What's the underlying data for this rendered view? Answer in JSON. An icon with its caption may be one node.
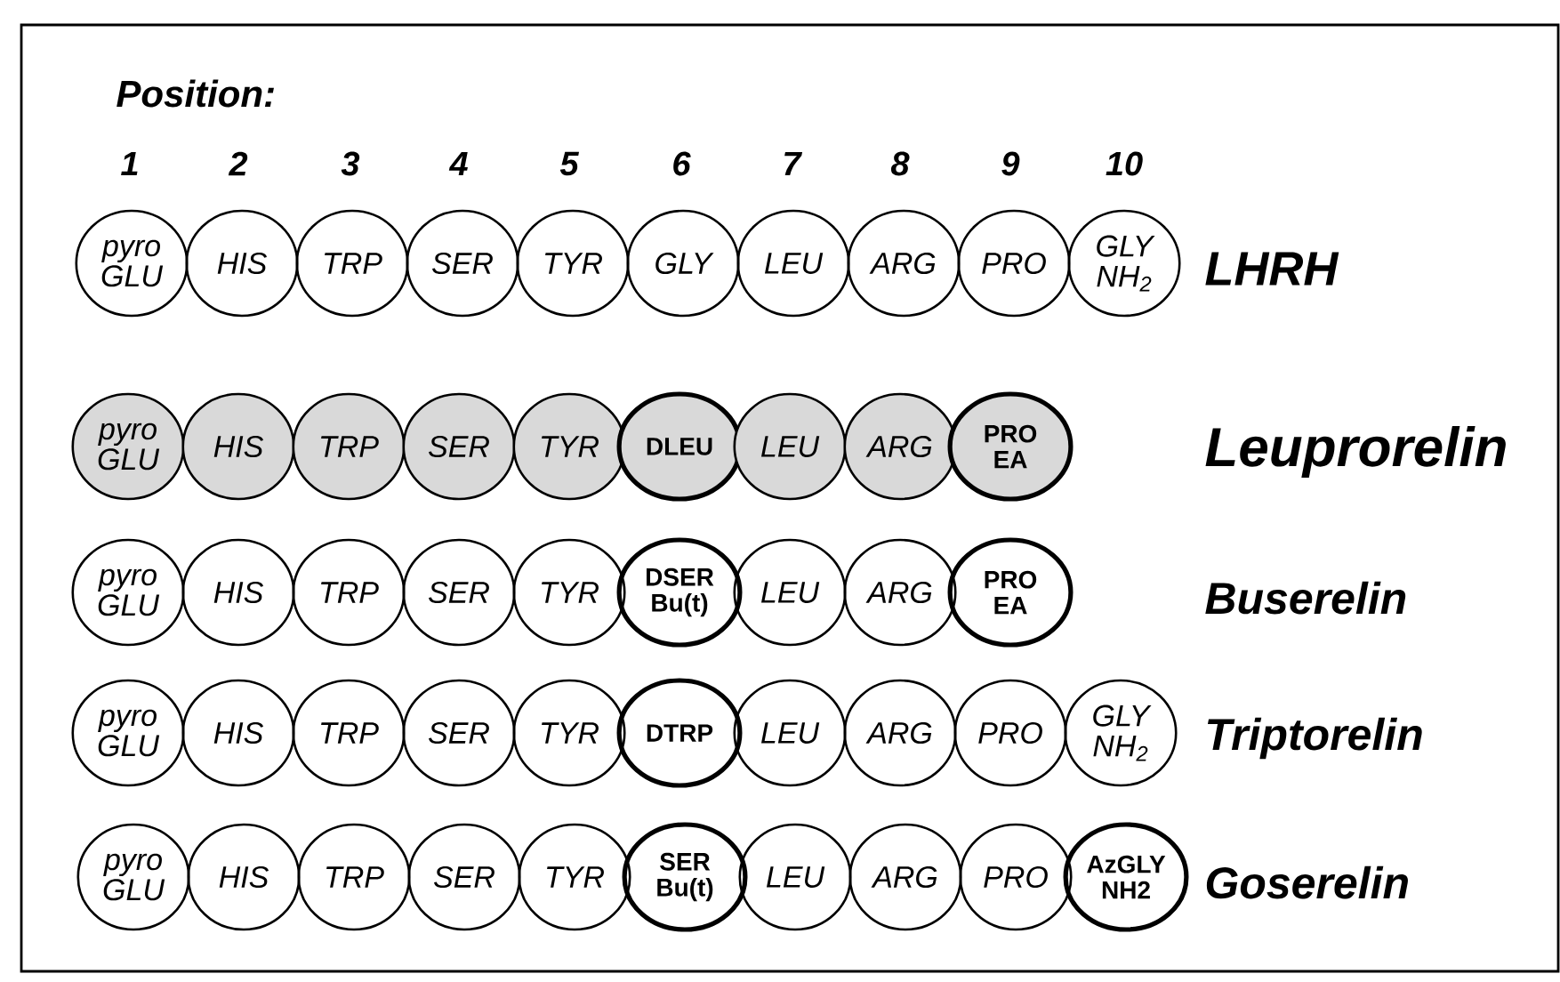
{
  "diagram": {
    "nodes": [
      {
        "text": [
          "pyro GLU"
        ]
      },
      {
        "text": [
          "HIS"
        ]
      },
      {
        "text": [
          "TRP"
        ]
      },
      {
        "text": [
          "SER"
        ]
      },
      {
        "text": [
          "TYR"
        ]
      },
      {
        "text": [
          "GLY"
        ]
      },
      {
        "text": [
          "LEU"
        ]
      },
      {
        "text": [
          "ARG"
        ]
      },
      {
        "text": [
          "PRO"
        ]
      },
      {
        "text": [
          "GLY NH$_{2}$"
        ]
      },
      {
        "text": [
          "pyro GLU"
        ]
      },
      {
        "text": [
          "HIS"
        ]
      },
      {
        "text": [
          "TRP"
        ]
      },
      {
        "text": [
          "SER"
        ]
      },
      {
        "text": [
          "TYR"
        ]
      },
      {
        "text": [
          "DLEU"
        ]
      },
      {
        "text": [
          "LEU"
        ]
      },
      {
        "text": [
          "ARG"
        ]
      },
      {
        "text": [
          "PRO EA"
        ]
      },
      {
        "text": [
          "pyro GLU"
        ]
      },
      {
        "text": [
          "HIS"
        ]
      },
      {
        "text": [
          "TRP"
        ]
      },
      {
        "text": [
          "SER"
        ]
      },
      {
        "text": [
          "TYR"
        ]
      },
      {
        "text": [
          "DSER Bu(t)"
        ]
      },
      {
        "text": [
          "LEU"
        ]
      },
      {
        "text": [
          "ARG"
        ]
      },
      {
        "text": [
          "PRO EA"
        ]
      },
      {
        "text": [
          "pyro GLU"
        ]
      },
      {
        "text": [
          "HIS"
        ]
      },
      {
        "text": [
          "TRP"
        ]
      },
      {
        "text": [
          "SER"
        ]
      },
      {
        "text": [
          "TYR"
        ]
      },
      {
        "text": [
          "DTRP"
        ]
      },
      {
        "text": [
          "LEU"
        ]
      },
      {
        "text": [
          "ARG"
        ]
      },
      {
        "text": [
          "PRO"
        ]
      },
      {
        "text": [
          "GLY NH$_{2}$"
        ]
      },
      {
        "text": [
          "pyro GLU"
        ]
      },
      {
        "text": [
          "HIS"
        ]
      },
      {
        "text": [
          "TRP"
        ]
      },
      {
        "text": [
          "SER"
        ]
      },
      {
        "text": [
          "TYR"
        ]
      },
      {
        "text": [
          "SER Bu(t)"
        ]
      },
      {
        "text": [
          "LEU"
        ]
      },
      {
        "text": [
          "ARG"
        ]
      },
      {
        "text": [
          "PRO"
        ]
      },
      {
        "text": [
          "AzGLY NH2"
        ]
      }
    ],
    "labels": [
      "Position:",
      "1",
      "2",
      "3",
      "4",
      "5",
      "6",
      "7",
      "8",
      "9",
      "10",
      "LHRH",
      "Leuprorelin",
      "Buserelin",
      "Triptorelin",
      "Goserelin"
    ]
  }
}
